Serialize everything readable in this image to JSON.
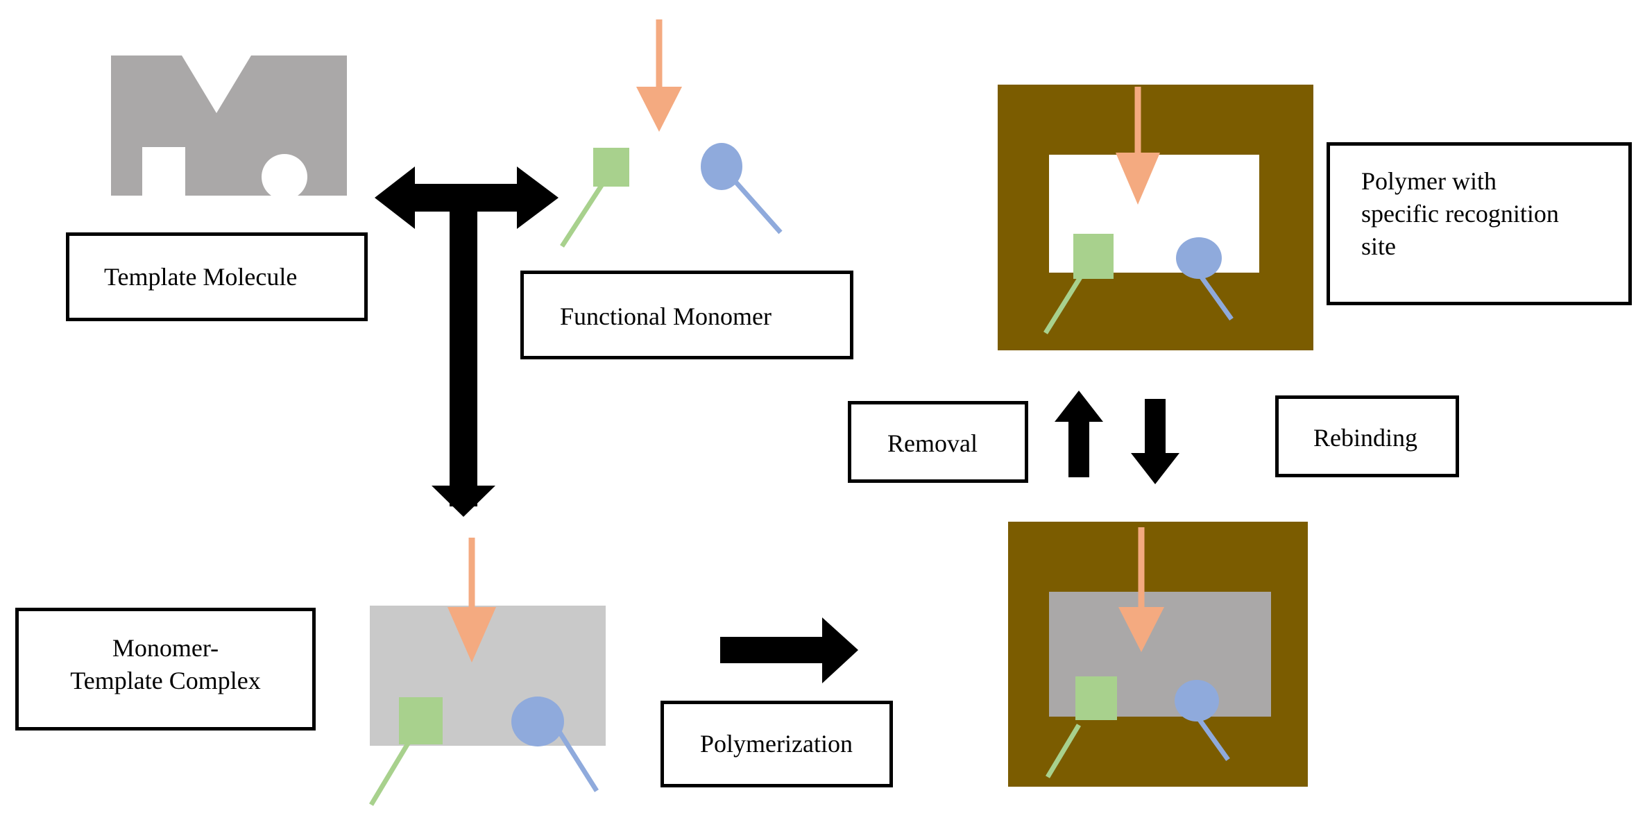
{
  "labels": {
    "template_molecule": "Template Molecule",
    "functional_monomer": "Functional Monomer",
    "polymer_recognition": "Polymer with\nspecific recognition\nsite",
    "removal": "Removal",
    "rebinding": "Rebinding",
    "monomer_template_complex": "Monomer-\nTemplate Complex",
    "polymerization": "Polymerization"
  },
  "colors": {
    "template_gray": "#aaa8a8",
    "complex_gray": "#c9c9c9",
    "polymer_brown": "#7b5c00",
    "arrow_orange": "#f4aa80",
    "square_green": "#a8d18d",
    "circle_blue": "#8faadc",
    "arrow_black": "#000000"
  }
}
